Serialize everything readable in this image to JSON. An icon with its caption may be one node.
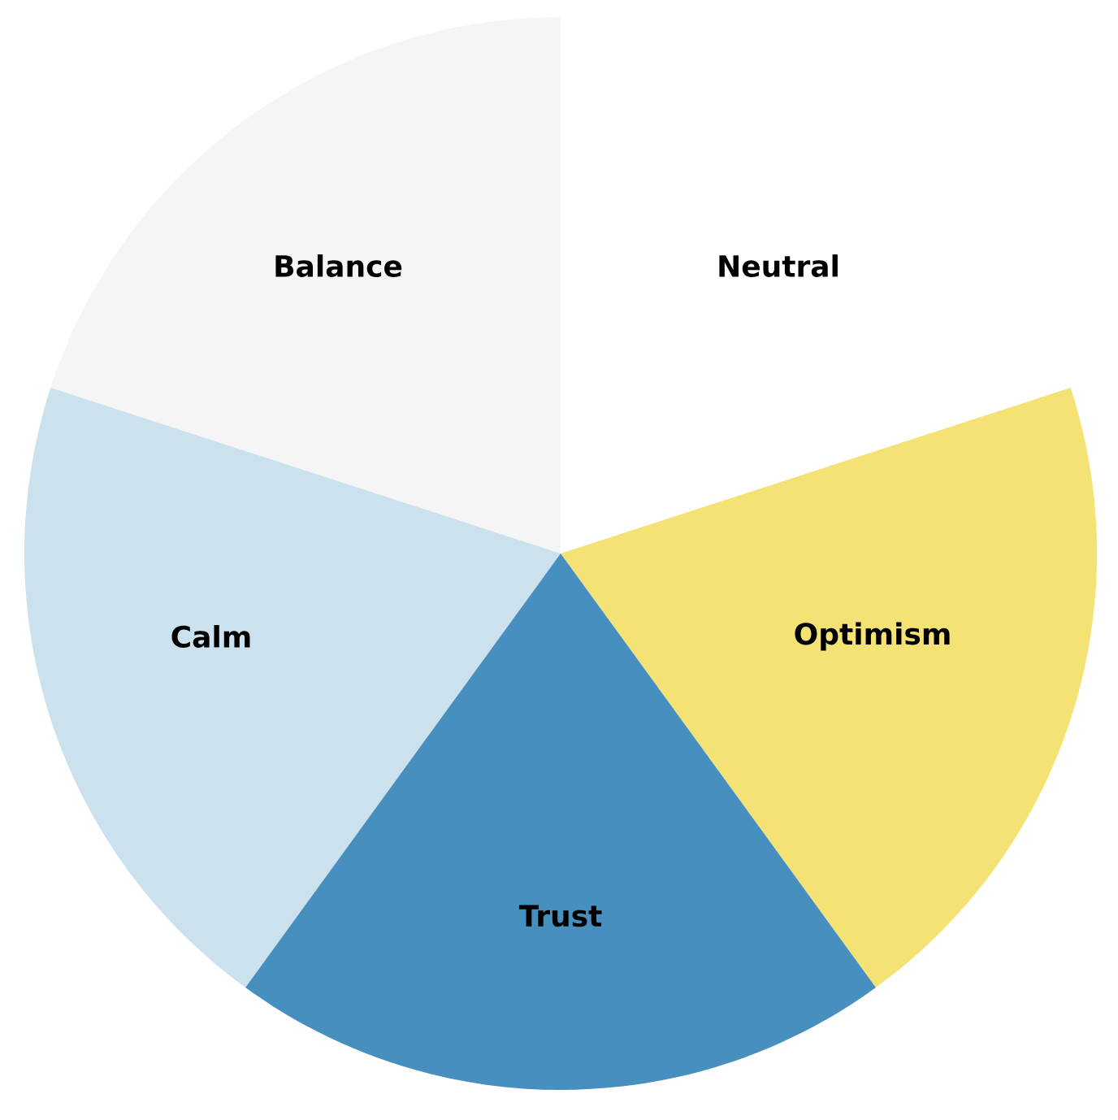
{
  "diagram": {
    "nodes": [
      {
        "text": [
          "Balance"
        ]
      },
      {
        "text": [
          "Neutral"
        ]
      },
      {
        "text": [
          "Calm"
        ]
      },
      {
        "text": [
          "Optimism"
        ]
      },
      {
        "text": [
          "Trust"
        ]
      }
    ]
  }
}
